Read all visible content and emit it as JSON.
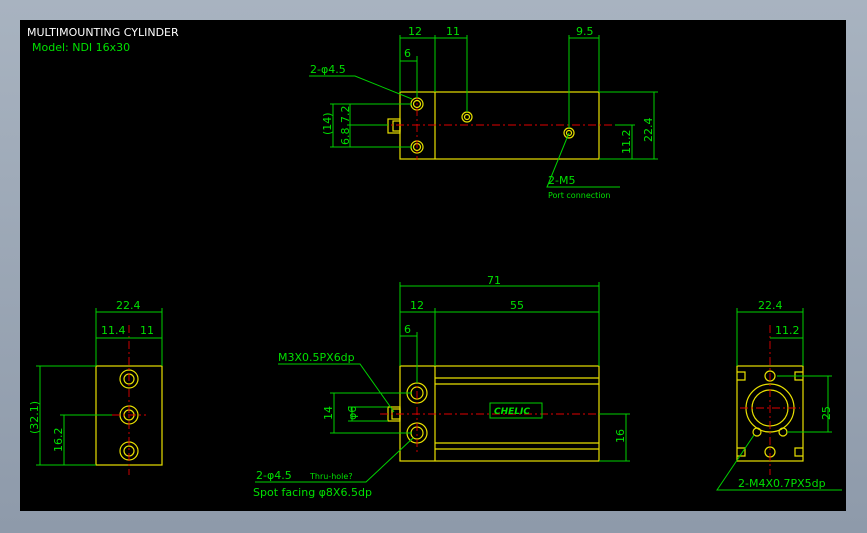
{
  "title": "MULTIMOUNTING CYLINDER",
  "model": "Model: NDI 16x30",
  "colors": {
    "background": "#000000",
    "dimension": "#00d000",
    "outline": "#e8e000",
    "centerline": "#e00000",
    "frame": "#9aa6b4"
  },
  "top_view": {
    "dim_12": "12",
    "dim_11": "11",
    "dim_9_5": "9.5",
    "dim_6": "6",
    "hole_callout": "2-φ4.5",
    "dim_14": "(14)",
    "dim_7_2": "7.2",
    "dim_6_8": "6.8",
    "dim_22_4": "22.4",
    "dim_11_2": "11.2",
    "port_callout": "2-M5",
    "port_note": "Port connection"
  },
  "left_view": {
    "dim_22_4": "22.4",
    "dim_11_4": "11.4",
    "dim_11": "11",
    "dim_32_1": "(32.1)",
    "dim_16_2": "16.2"
  },
  "front_view": {
    "dim_71": "71",
    "dim_12": "12",
    "dim_55": "55",
    "dim_6": "6",
    "thread_callout": "M3X0.5PX6dp",
    "dim_14": "14",
    "dim_phi6": "φ6",
    "dim_16": "16",
    "label": "CHELIC",
    "hole_callout": "2-φ4.5",
    "hole_note": "Thru-hole?",
    "spot_facing": "Spot facing φ8X6.5dp"
  },
  "right_view": {
    "dim_22_4": "22.4",
    "dim_11_2": "11.2",
    "dim_25": "25",
    "thread_callout": "2-M4X0.7PX5dp"
  }
}
